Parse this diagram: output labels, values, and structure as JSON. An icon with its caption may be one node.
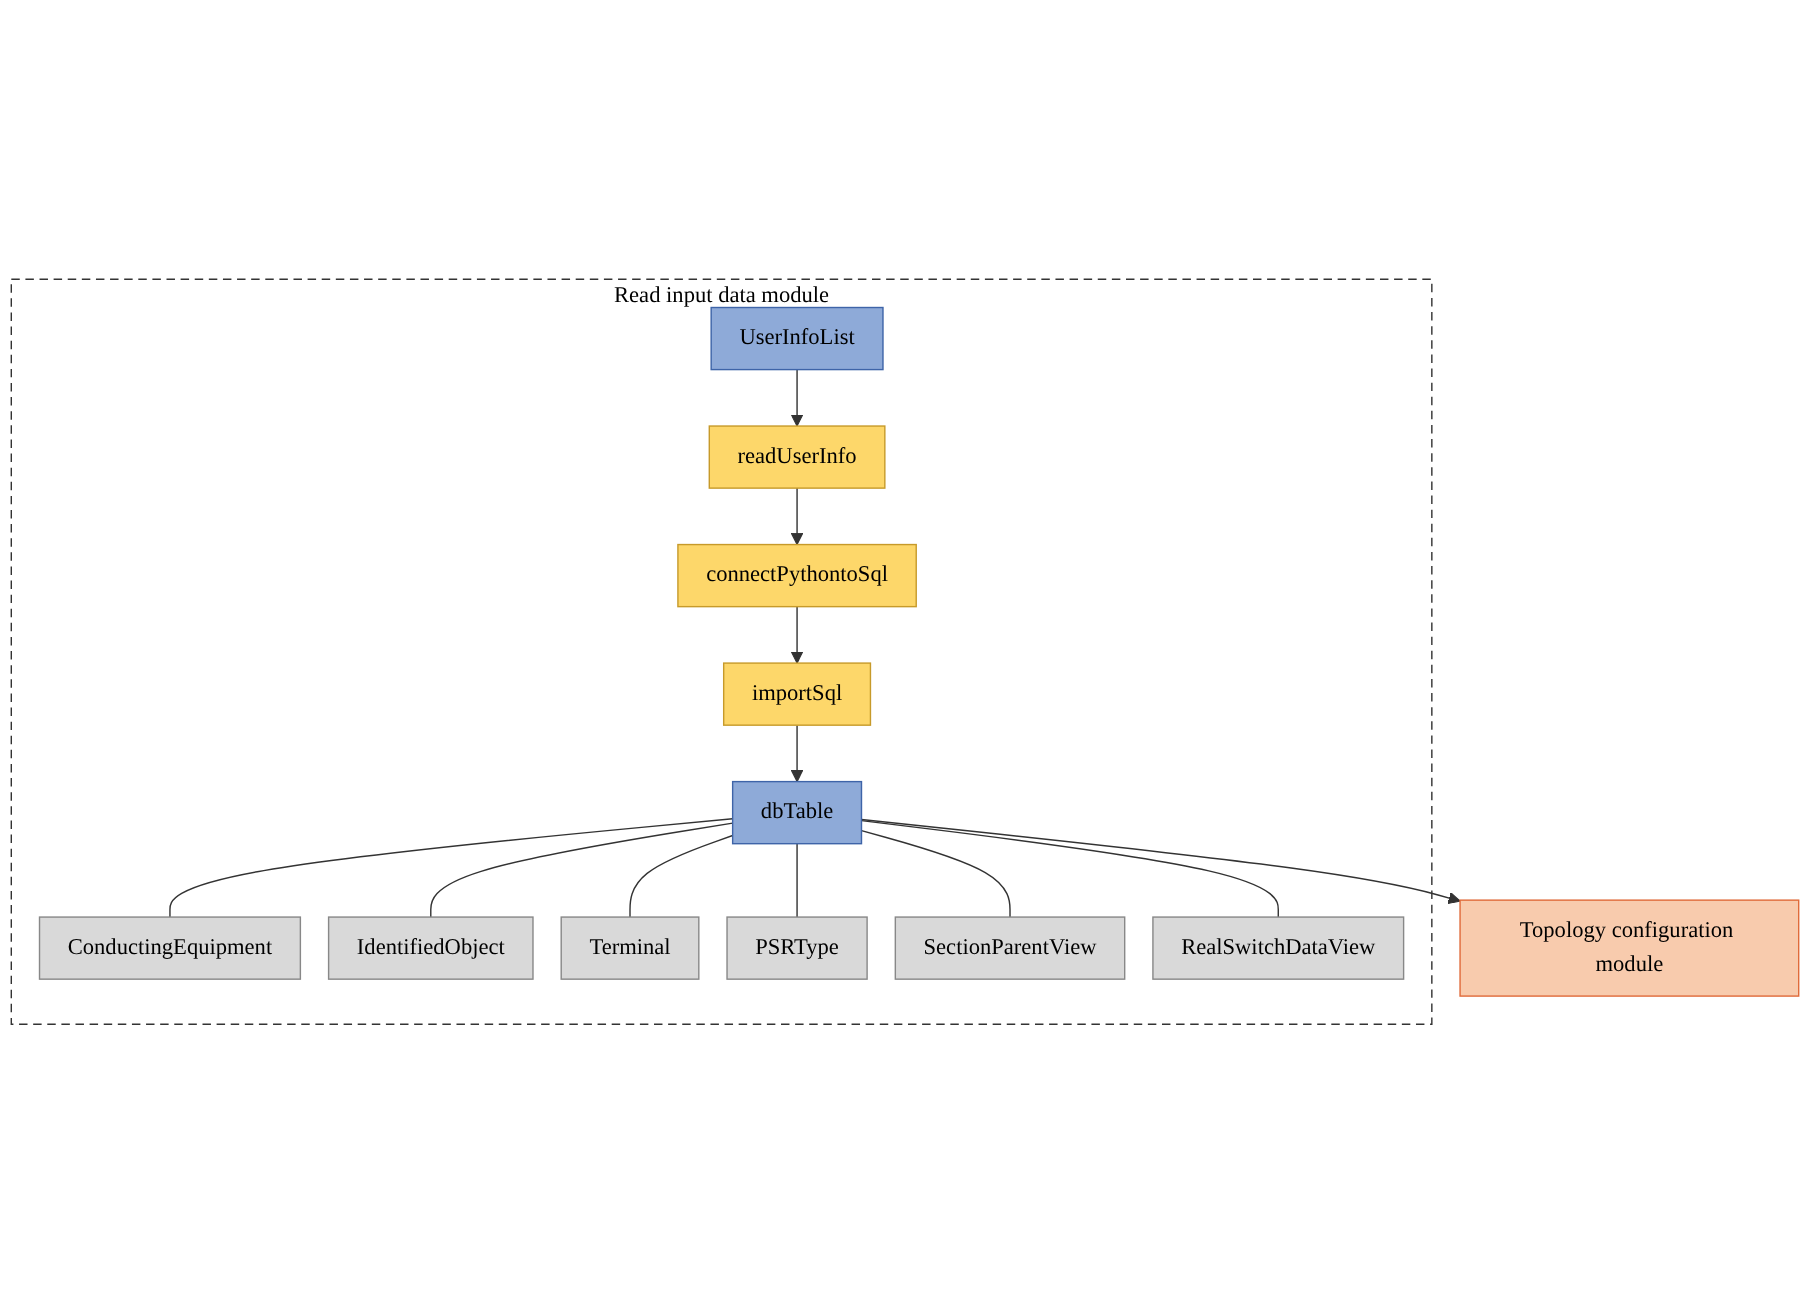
{
  "diagram": {
    "nodes": [
      {
        "text": [
          "Read input data module"
        ]
      },
      {
        "text": [
          "readUserInfo"
        ],
        "in": 0
      },
      {
        "text": [
          "connectPythontoSql"
        ],
        "in": 0
      },
      {
        "text": [
          "importSql"
        ],
        "in": 0
      },
      {
        "text": [
          "dbTable"
        ],
        "in": 0
      },
      {
        "text": [
          "UserInfoList"
        ],
        "in": 0
      },
      {
        "text": [
          "ConductingEquipment"
        ],
        "in": 0
      },
      {
        "text": [
          "IdentifiedObject"
        ],
        "in": 0
      },
      {
        "text": [
          "Terminal"
        ],
        "in": 0
      },
      {
        "text": [
          "PSRType"
        ],
        "in": 0
      },
      {
        "text": [
          "SectionParentView"
        ],
        "in": 0
      },
      {
        "text": [
          "RealSwitchDataView"
        ],
        "in": 0
      },
      {
        "text": [
          "Topology configuration module"
        ]
      }
    ],
    "edges": [
      {
        "from": 5,
        "to": 1,
        "arrow": "to"
      },
      {
        "from": 1,
        "to": 2,
        "arrow": "to"
      },
      {
        "from": 2,
        "to": 3,
        "arrow": "to"
      },
      {
        "from": 3,
        "to": 4,
        "arrow": "to"
      },
      {
        "from": 4,
        "to": 6,
        "arrow": "none"
      },
      {
        "from": 4,
        "to": 7,
        "arrow": "none"
      },
      {
        "from": 4,
        "to": 8,
        "arrow": "none"
      },
      {
        "from": 4,
        "to": 9,
        "arrow": "none"
      },
      {
        "from": 4,
        "to": 10,
        "arrow": "none"
      },
      {
        "from": 4,
        "to": 11,
        "arrow": "none"
      },
      {
        "from": 4,
        "to": 12,
        "arrow": "to"
      }
    ]
  }
}
